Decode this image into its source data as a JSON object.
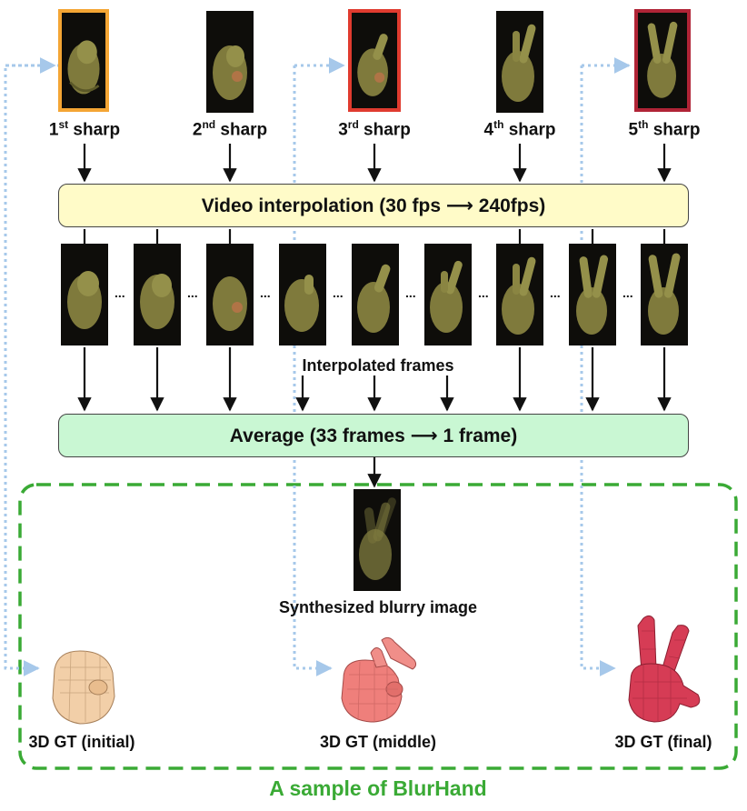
{
  "sharp_frames": [
    {
      "ord": "1",
      "sup": "st",
      "word": "sharp",
      "border": "#f4a534"
    },
    {
      "ord": "2",
      "sup": "nd",
      "word": "sharp",
      "border": ""
    },
    {
      "ord": "3",
      "sup": "rd",
      "word": "sharp",
      "border": "#e03b2f"
    },
    {
      "ord": "4",
      "sup": "th",
      "word": "sharp",
      "border": ""
    },
    {
      "ord": "5",
      "sup": "th",
      "word": "sharp",
      "border": "#b02436"
    }
  ],
  "interp_box": {
    "label": "Video interpolation (30 fps ⟶ 240fps)",
    "fill": "#fffbc8"
  },
  "interp_caption": "Interpolated frames",
  "ellipsis": "...",
  "avg_box": {
    "label": "Average (33 frames ⟶ 1 frame)",
    "fill": "#c9f7d3"
  },
  "blurry_caption": "Synthesized blurry image",
  "gt_labels": [
    "3D GT (initial)",
    "3D GT (middle)",
    "3D GT (final)"
  ],
  "sample_title": "A sample of BlurHand",
  "colors": {
    "dashed_border": "#3aaa35",
    "dotted_arrow": "#a6c8ea",
    "gt_initial": "#f2cfa8",
    "gt_middle": "#ef7f7b",
    "gt_final": "#d63c55"
  }
}
